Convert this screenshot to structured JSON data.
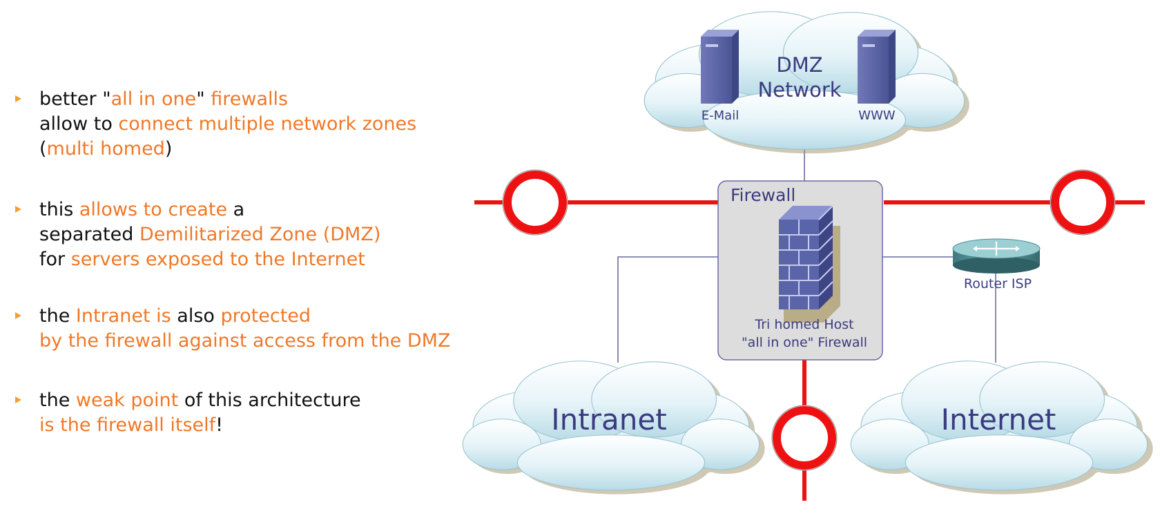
{
  "bullets": [
    {
      "lines": [
        [
          {
            "t": "better \"",
            "c": "k"
          },
          {
            "t": "all in one",
            "c": "o"
          },
          {
            "t": "\" ",
            "c": "k"
          },
          {
            "t": "firewalls",
            "c": "o"
          }
        ],
        [
          {
            "t": "allow to ",
            "c": "k"
          },
          {
            "t": "connect multiple network zones",
            "c": "o"
          }
        ],
        [
          {
            "t": "(",
            "c": "k"
          },
          {
            "t": "multi homed",
            "c": "o"
          },
          {
            "t": ")",
            "c": "k"
          }
        ]
      ]
    },
    {
      "lines": [
        [
          {
            "t": "this ",
            "c": "k"
          },
          {
            "t": "allows to create",
            "c": "o"
          },
          {
            "t": " a",
            "c": "k"
          }
        ],
        [
          {
            "t": "separated ",
            "c": "k"
          },
          {
            "t": "Demilitarized Zone (DMZ)",
            "c": "o"
          }
        ],
        [
          {
            "t": "for ",
            "c": "k"
          },
          {
            "t": "servers exposed to the Internet",
            "c": "o"
          }
        ]
      ]
    },
    {
      "lines": [
        [
          {
            "t": "the ",
            "c": "k"
          },
          {
            "t": "Intranet is",
            "c": "o"
          },
          {
            "t": " also ",
            "c": "k"
          },
          {
            "t": "protected",
            "c": "o"
          }
        ],
        [
          {
            "t": "by the firewall against access  from the DMZ",
            "c": "o"
          }
        ]
      ]
    },
    {
      "lines": [
        [
          {
            "t": "the ",
            "c": "k"
          },
          {
            "t": "weak point",
            "c": "o"
          },
          {
            "t": " of this architecture",
            "c": "k"
          }
        ],
        [
          {
            "t": "is the firewall itself",
            "c": "o"
          },
          {
            "t": "!",
            "c": "k"
          }
        ]
      ]
    }
  ],
  "diagram": {
    "dmz": {
      "title_line1": "DMZ",
      "title_line2": "Network",
      "server_left": "E-Mail",
      "server_right": "WWW"
    },
    "firewall": {
      "box_title": "Firewall",
      "caption_line1": "Tri homed Host",
      "caption_line2": "\"all in one\" Firewall"
    },
    "router": {
      "label": "Router ISP"
    },
    "intranet": {
      "label": "Intranet"
    },
    "internet": {
      "label": "Internet"
    }
  },
  "colors": {
    "text_dark": "#111111",
    "text_orange": "#f07826",
    "bullet_marker": "#f0a030",
    "network_red": "#ee1111",
    "diagram_text": "#3a3a80",
    "firewall_bricks": "#5a64a8",
    "cloud_fill": "#d4ecf4",
    "firewall_box": "#dddddd"
  }
}
